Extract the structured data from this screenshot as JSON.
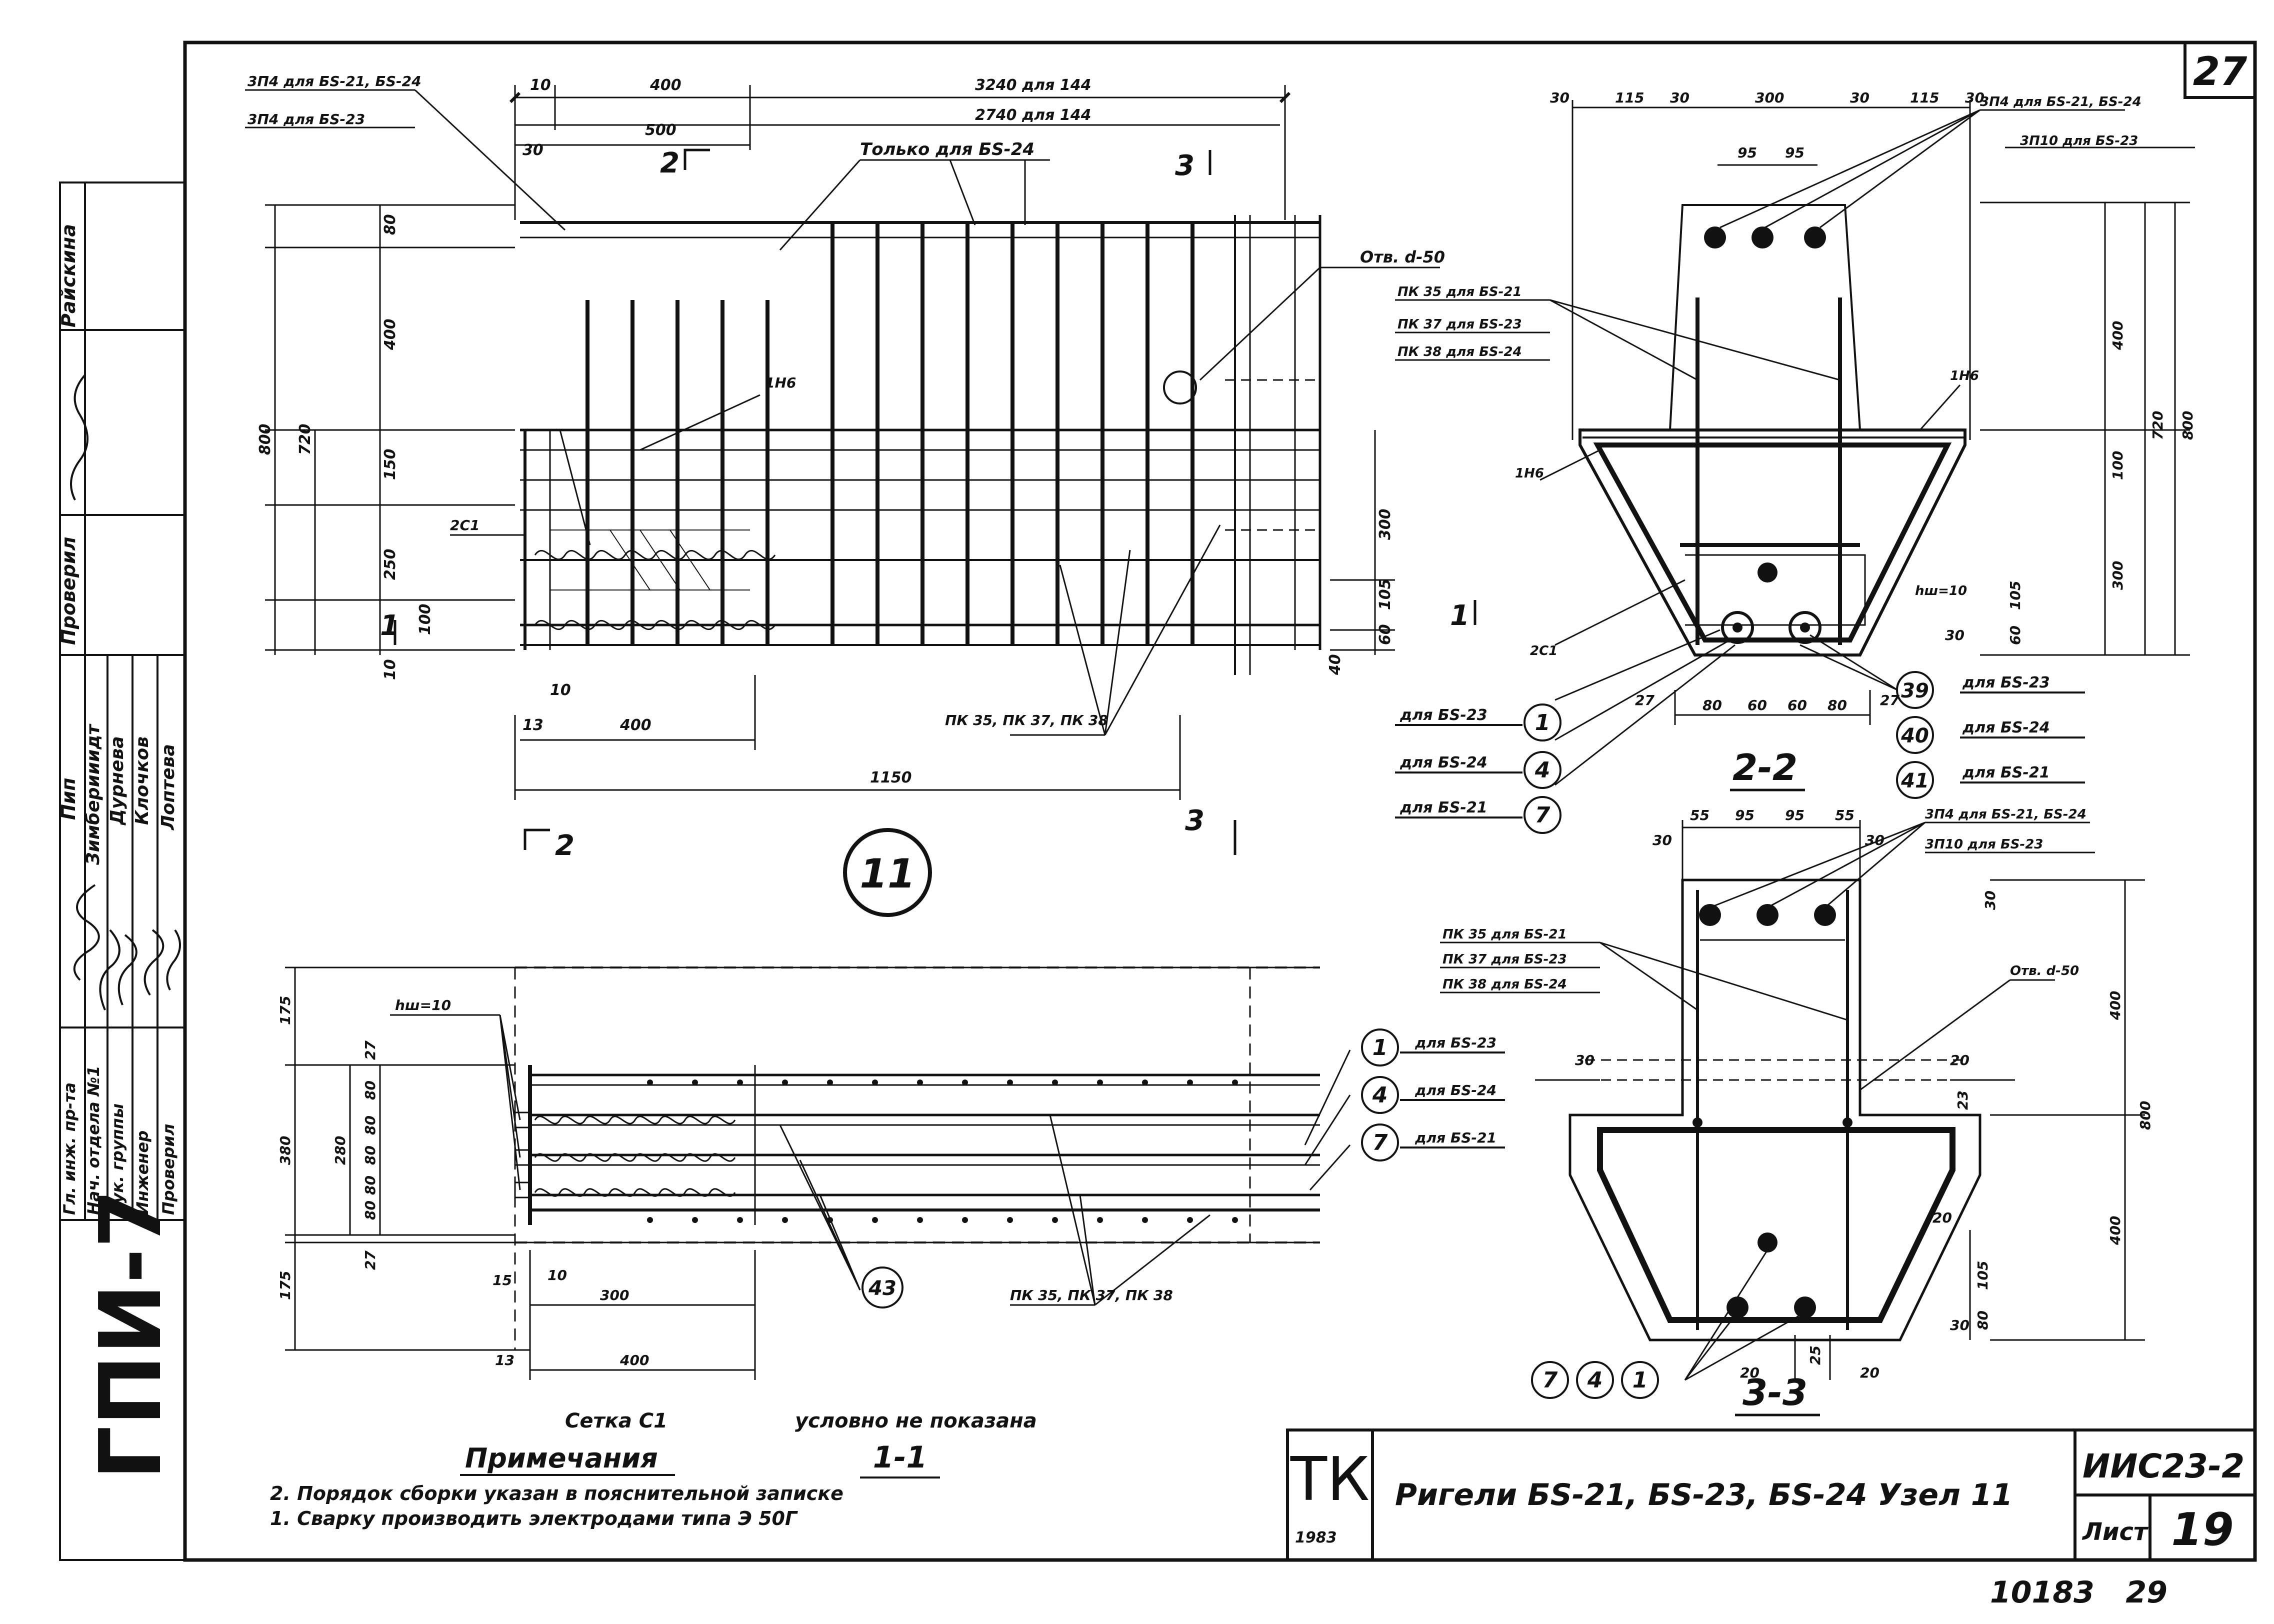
{
  "sheet": {
    "corner_number": "27",
    "bottom_numbers": "10183   29",
    "stamp": "ГПИ-7",
    "org": "ТК",
    "year": "1983",
    "title": "Ригели БS-21, БS-23, БS-24  Узел 11",
    "series": "ИИС23-2",
    "list_label": "Лист",
    "list_number": "19"
  },
  "signatures": {
    "rows": [
      {
        "role": "Гл. инж. пр-та",
        "name": "Зимберииидт"
      },
      {
        "role": "Нач. отдела №1",
        "name": "Дурнева"
      },
      {
        "role": "Рук. группы",
        "name": "Клочков"
      },
      {
        "role": "Инженер",
        "name": "Лоптева"
      },
      {
        "role": "Проверил",
        "name": ""
      }
    ],
    "top_role": "Проверил",
    "top_name": "Райскина",
    "col_label": "Пип"
  },
  "node_label": "11",
  "section_labels": {
    "s22": "2-2",
    "s33": "3-3",
    "s11": "1-1"
  },
  "view_main": {
    "dims_top": [
      "10",
      "400",
      "3240 для 144",
      "2740 для 144",
      "500",
      "30"
    ],
    "dims_left": [
      "80",
      "400",
      "150",
      "250",
      "100",
      "10"
    ],
    "dims_left_outer": [
      "800",
      "720"
    ],
    "dims_bottom": [
      "13",
      "10",
      "400",
      "1150"
    ],
    "dims_right": [
      "300",
      "105",
      "60",
      "40"
    ],
    "callouts": [
      "3П4 для БS-21, БS-24",
      "3П4 для БS-23",
      "Только для БS-24",
      "Отв. d-50",
      "1Н6",
      "2С1",
      "ПК 35, ПК 37, ПК 38"
    ],
    "section_marks": [
      "2",
      "3",
      "1",
      "1",
      "2",
      "3"
    ]
  },
  "view_22": {
    "dims_top": [
      "30",
      "115",
      "30",
      "300",
      "30",
      "115",
      "30",
      "95",
      "95"
    ],
    "callouts_right": [
      "3П4 для БS-21, БS-24",
      "3П10 для БS-23"
    ],
    "callouts_left": [
      "ПК 35 для БS-21",
      "ПК 37 для БS-23",
      "ПК 38 для БS-24"
    ],
    "dims_right": [
      "400",
      "720",
      "800",
      "100",
      "300",
      "105",
      "60"
    ],
    "labels": [
      "1Н6",
      "1Н6",
      "2С1",
      "hш=10"
    ],
    "dims_bottom": [
      "27",
      "80",
      "60",
      "60",
      "80",
      "27",
      "30"
    ],
    "markers": [
      {
        "id": "1",
        "text": "для БS-23"
      },
      {
        "id": "4",
        "text": "для БS-24"
      },
      {
        "id": "7",
        "text": "для БS-21"
      },
      {
        "id": "39",
        "text": "для БS-23"
      },
      {
        "id": "40",
        "text": "для БS-24"
      },
      {
        "id": "41",
        "text": "для БS-21"
      }
    ]
  },
  "view_33": {
    "dims_top": [
      "55",
      "95",
      "95",
      "55",
      "30",
      "30"
    ],
    "callouts_right": [
      "3П4 для БS-21, БS-24",
      "3П10 для БS-23",
      "Отв. d-50"
    ],
    "callouts_left": [
      "ПК 35 для БS-21",
      "ПК 37 для БS-23",
      "ПК 38 для БS-24"
    ],
    "dims_right": [
      "400",
      "800",
      "400",
      "105",
      "80",
      "30"
    ],
    "dims_misc": [
      "30",
      "20",
      "23",
      "20",
      "25",
      "20",
      "20",
      "30"
    ],
    "markers": [
      "7",
      "4",
      "1"
    ]
  },
  "view_11": {
    "dims_left": [
      "175",
      "280",
      "380",
      "175"
    ],
    "dims_inner": [
      "27",
      "80",
      "80",
      "80",
      "80",
      "80",
      "27"
    ],
    "dims_bottom": [
      "15",
      "10",
      "300",
      "13",
      "400"
    ],
    "labels": [
      "hш=10",
      "ПК 35, ПК 37, ПК 38"
    ],
    "marker_43": "43",
    "markers": [
      {
        "id": "1",
        "text": "для БS-23"
      },
      {
        "id": "4",
        "text": "для БS-24"
      },
      {
        "id": "7",
        "text": "для БS-21"
      }
    ]
  },
  "notes": {
    "grid_note_a": "Сетка С1",
    "grid_note_b": "условно не показана",
    "title": "Примечания",
    "items": [
      "2. Порядок сборки указан в пояснительной записке",
      "1. Сварку производить электродами типа Э 50Г"
    ]
  }
}
